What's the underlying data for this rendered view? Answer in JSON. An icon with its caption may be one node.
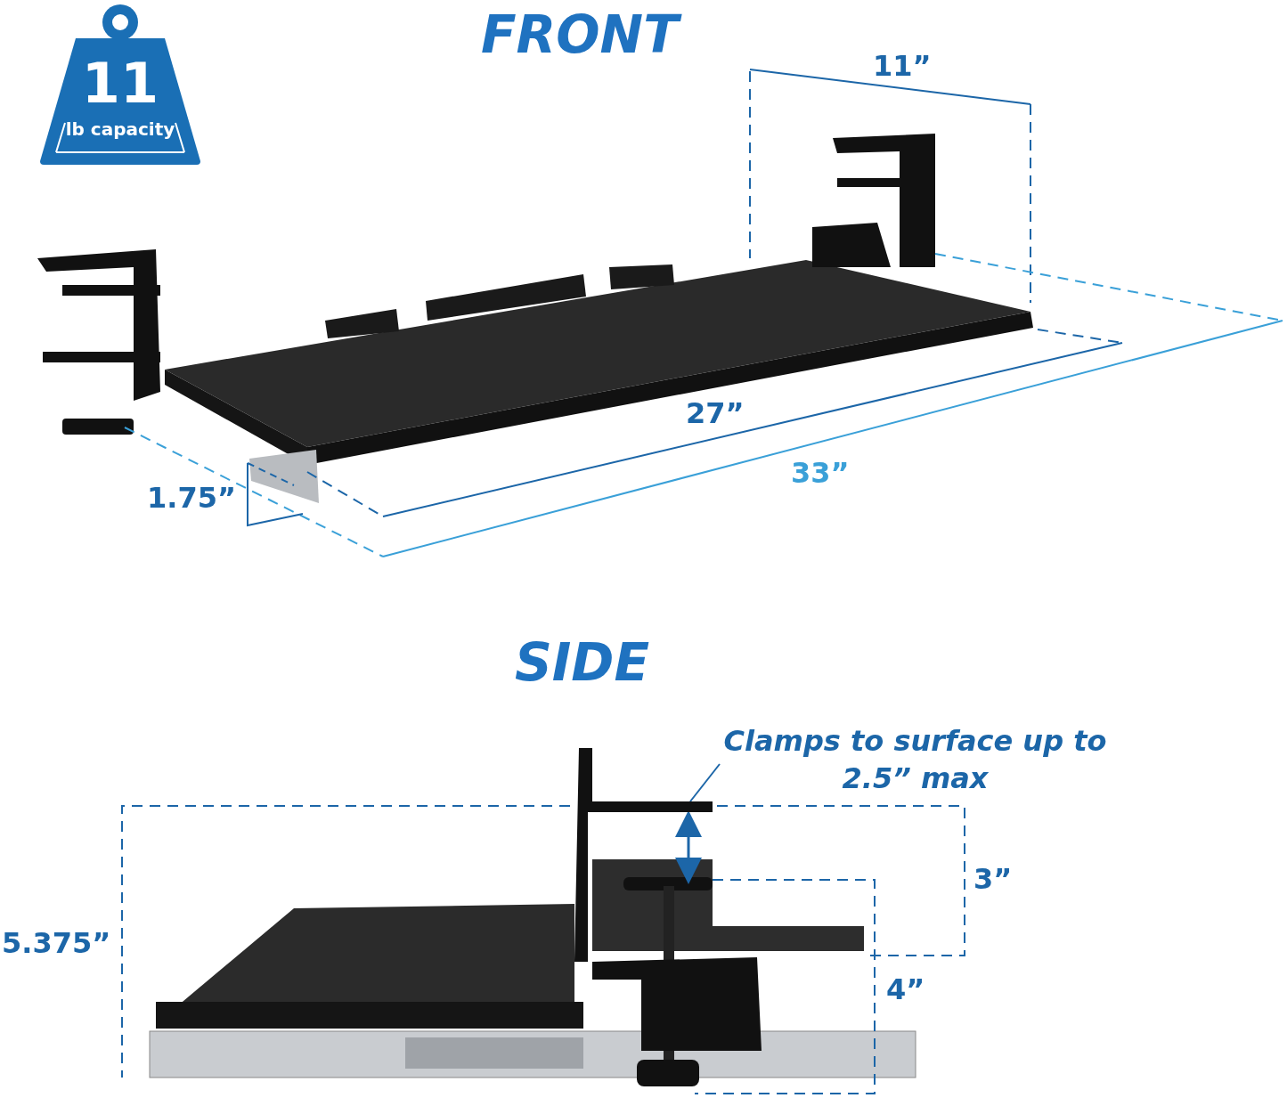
{
  "diagram": {
    "nodes": [
      {
        "text": [
          "11",
          "lb capacity"
        ]
      },
      {
        "text": [
          "Clamps to surface up to 2.5” max"
        ]
      },
      {
        "text": [],
        "shape": "bar"
      }
    ],
    "edges": [
      {
        "from": 1,
        "to": 2,
        "arrow": "none"
      }
    ],
    "labels": [
      "FRONT",
      "11”",
      "27”",
      "1.75”",
      "33”",
      "SIDE",
      "3”",
      "5.375”",
      "4”"
    ]
  }
}
